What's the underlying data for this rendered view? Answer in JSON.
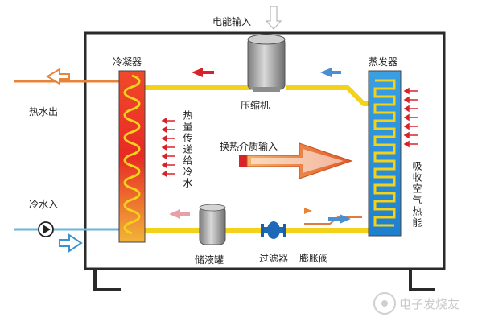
{
  "labels": {
    "power_input": "电能输入",
    "condenser": "冷凝器",
    "evaporator": "蒸发器",
    "compressor": "压缩机",
    "hot_water_out": "热水出",
    "cold_water_in": "冷水入",
    "heat_transfer": "热量传递给冷水",
    "medium_input": "换热介质输入",
    "air_heat": "吸收空气热能",
    "receiver": "储液罐",
    "filter": "过滤器",
    "expansion_valve": "膨胀阀"
  },
  "watermark": "电子发烧友",
  "colors": {
    "frame": "#2a2a2a",
    "pipe": "#f2d21a",
    "condenser_top": "#f7d24a",
    "condenser_bottom": "#e0282a",
    "evaporator_fill": "#2b92d9",
    "hot_arrow": "#e8843a",
    "cold_line": "#6ab6dc",
    "red_arrow": "#d8222a",
    "blue_arrow": "#4a8fd0",
    "pink_arrow": "#e8a0a8",
    "metal": "#9a9a9a"
  }
}
